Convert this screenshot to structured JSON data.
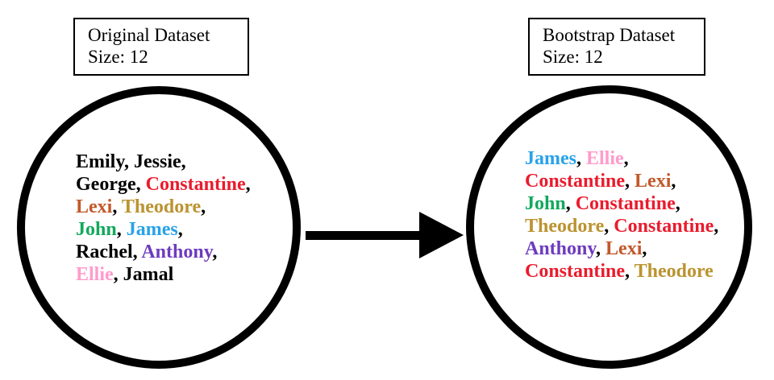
{
  "colors": {
    "black": "#000000",
    "red": "#EA1B2D",
    "chocolate": "#C2592B",
    "gold": "#BB9330",
    "green": "#12A85C",
    "blue": "#28A2E8",
    "purple": "#6E3BBE",
    "pink": "#FF9BCB"
  },
  "arrow": {
    "direction": "right",
    "color": "#000000"
  },
  "datasets": [
    {
      "id": "original",
      "title": "Original Dataset",
      "size_label": "Size: 12",
      "lines": [
        [
          {
            "text": "Emily",
            "color": "black"
          },
          {
            "text": "Jessie",
            "color": "black"
          }
        ],
        [
          {
            "text": "George",
            "color": "black"
          },
          {
            "text": "Constantine",
            "color": "red"
          }
        ],
        [
          {
            "text": "Lexi",
            "color": "chocolate"
          },
          {
            "text": "Theodore",
            "color": "gold"
          }
        ],
        [
          {
            "text": "John",
            "color": "green"
          },
          {
            "text": "James",
            "color": "blue"
          }
        ],
        [
          {
            "text": "Rachel",
            "color": "black"
          },
          {
            "text": "Anthony",
            "color": "purple"
          }
        ],
        [
          {
            "text": "Ellie",
            "color": "pink"
          },
          {
            "text": "Jamal",
            "color": "black"
          }
        ]
      ]
    },
    {
      "id": "bootstrap",
      "title": "Bootstrap Dataset",
      "size_label": "Size: 12",
      "lines": [
        [
          {
            "text": "James",
            "color": "blue"
          },
          {
            "text": "Ellie",
            "color": "pink"
          }
        ],
        [
          {
            "text": "Constantine",
            "color": "red"
          },
          {
            "text": "Lexi",
            "color": "chocolate"
          }
        ],
        [
          {
            "text": "John",
            "color": "green"
          },
          {
            "text": "Constantine",
            "color": "red"
          }
        ],
        [
          {
            "text": "Theodore",
            "color": "gold"
          },
          {
            "text": "Constantine",
            "color": "red"
          }
        ],
        [
          {
            "text": "Anthony",
            "color": "purple"
          },
          {
            "text": "Lexi",
            "color": "chocolate"
          }
        ],
        [
          {
            "text": "Constantine",
            "color": "red"
          },
          {
            "text": "Theodore",
            "color": "gold"
          }
        ]
      ]
    }
  ]
}
